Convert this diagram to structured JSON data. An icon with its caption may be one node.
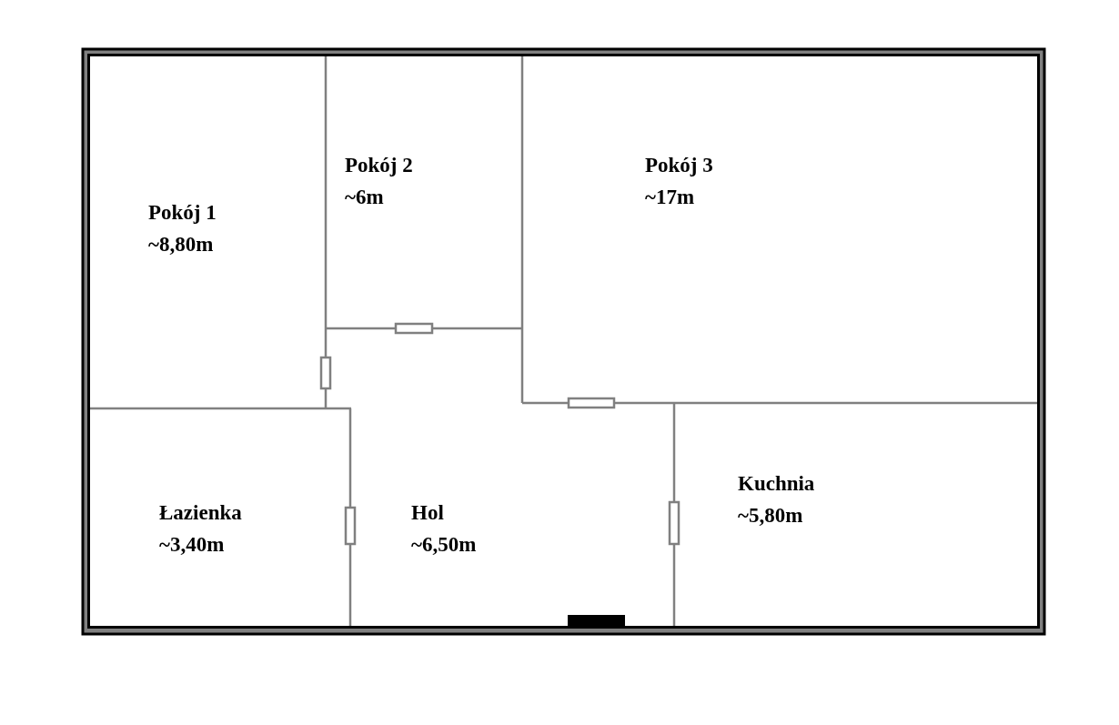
{
  "diagram": {
    "nodes": [
      {
        "text": [
          "Pokój 1",
          "~8,80m"
        ]
      },
      {
        "text": [
          "Pokój 2",
          "~6m"
        ]
      },
      {
        "text": [
          "Pokój 3",
          "~17m"
        ]
      },
      {
        "text": [
          "Łazienka",
          "~3,40m"
        ]
      },
      {
        "text": [
          "Hol",
          "~6,50m"
        ]
      },
      {
        "text": [
          "Kuchnia",
          "~5,80m"
        ]
      }
    ]
  }
}
